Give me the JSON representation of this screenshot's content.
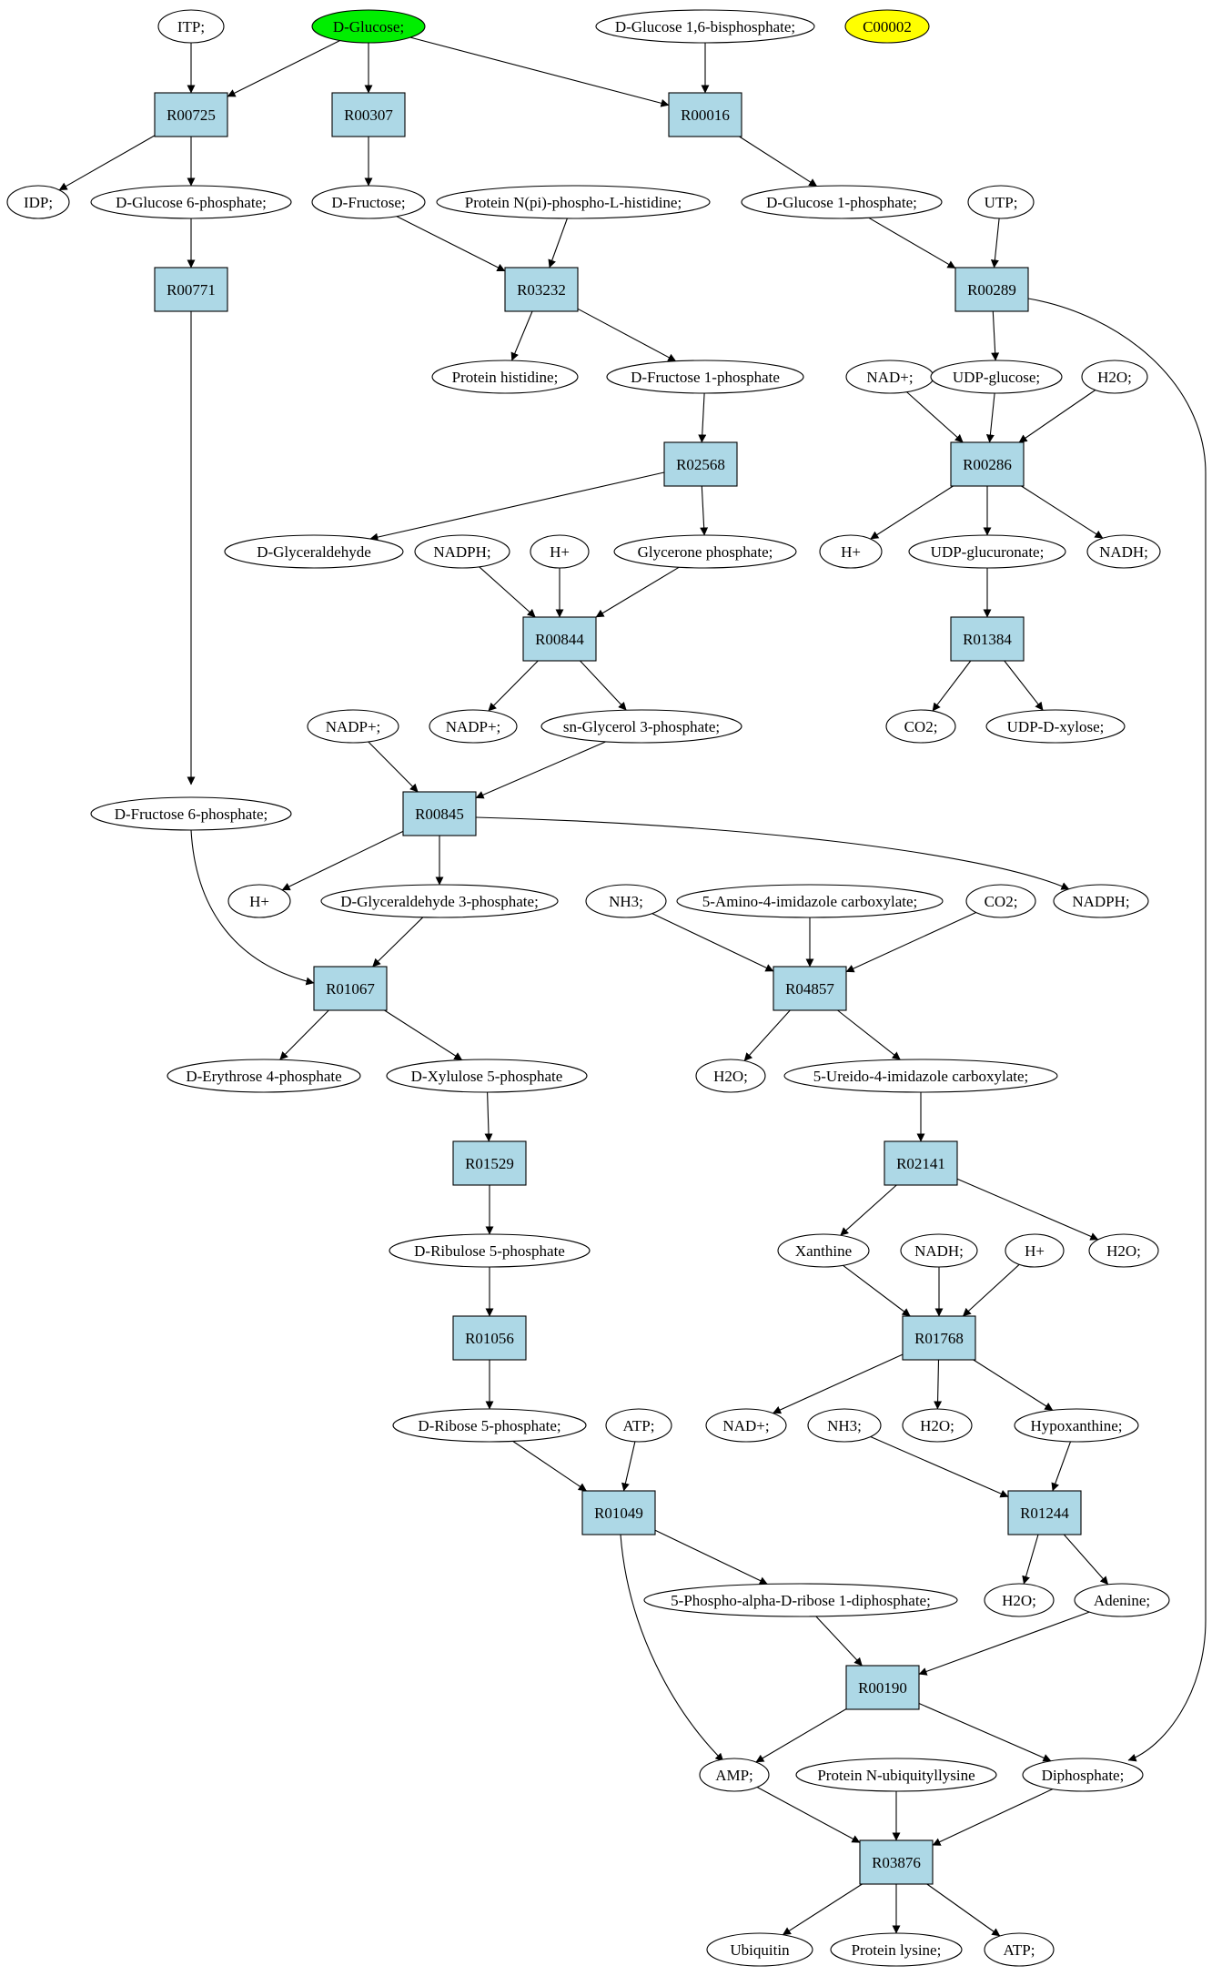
{
  "colors": {
    "compound_fill": "#ffffff",
    "reaction_fill": "#add8e6",
    "query_fill": "#00ee00",
    "marker_fill": "#ffff00",
    "edge": "#000000"
  },
  "nodes": [
    {
      "id": "itp",
      "kind": "compound",
      "label": "ITP;"
    },
    {
      "id": "dglc",
      "kind": "compound",
      "label": "D-Glucose;",
      "highlight": "query"
    },
    {
      "id": "dglc16bp",
      "kind": "compound",
      "label": "D-Glucose 1,6-bisphosphate;"
    },
    {
      "id": "c00002",
      "kind": "compound",
      "label": "C00002",
      "highlight": "marker"
    },
    {
      "id": "r00725",
      "kind": "reaction",
      "label": "R00725"
    },
    {
      "id": "r00307",
      "kind": "reaction",
      "label": "R00307"
    },
    {
      "id": "r00016",
      "kind": "reaction",
      "label": "R00016"
    },
    {
      "id": "idp",
      "kind": "compound",
      "label": "IDP;"
    },
    {
      "id": "g6p",
      "kind": "compound",
      "label": "D-Glucose 6-phosphate;"
    },
    {
      "id": "dfru",
      "kind": "compound",
      "label": "D-Fructose;"
    },
    {
      "id": "protnhis",
      "kind": "compound",
      "label": "Protein N(pi)-phospho-L-histidine;"
    },
    {
      "id": "g1p",
      "kind": "compound",
      "label": "D-Glucose 1-phosphate;"
    },
    {
      "id": "utp",
      "kind": "compound",
      "label": "UTP;"
    },
    {
      "id": "r00771",
      "kind": "reaction",
      "label": "R00771"
    },
    {
      "id": "r03232",
      "kind": "reaction",
      "label": "R03232"
    },
    {
      "id": "r00289",
      "kind": "reaction",
      "label": "R00289"
    },
    {
      "id": "prothis",
      "kind": "compound",
      "label": "Protein histidine;"
    },
    {
      "id": "f1p",
      "kind": "compound",
      "label": "D-Fructose 1-phosphate"
    },
    {
      "id": "nadp1",
      "kind": "compound",
      "label": "NAD+;"
    },
    {
      "id": "udpglc",
      "kind": "compound",
      "label": "UDP-glucose;"
    },
    {
      "id": "h2o1",
      "kind": "compound",
      "label": "H2O;"
    },
    {
      "id": "r02568",
      "kind": "reaction",
      "label": "R02568"
    },
    {
      "id": "r00286",
      "kind": "reaction",
      "label": "R00286"
    },
    {
      "id": "dglyald",
      "kind": "compound",
      "label": "D-Glyceraldehyde"
    },
    {
      "id": "nadph1",
      "kind": "compound",
      "label": "NADPH;"
    },
    {
      "id": "hplus1",
      "kind": "compound",
      "label": "H+"
    },
    {
      "id": "glyp",
      "kind": "compound",
      "label": "Glycerone phosphate;"
    },
    {
      "id": "hplus2",
      "kind": "compound",
      "label": "H+"
    },
    {
      "id": "udpglcur",
      "kind": "compound",
      "label": "UDP-glucuronate;"
    },
    {
      "id": "nadh1",
      "kind": "compound",
      "label": "NADH;"
    },
    {
      "id": "r00844",
      "kind": "reaction",
      "label": "R00844"
    },
    {
      "id": "r01384",
      "kind": "reaction",
      "label": "R01384"
    },
    {
      "id": "nadpplus1",
      "kind": "compound",
      "label": "NADP+;"
    },
    {
      "id": "nadpplus2",
      "kind": "compound",
      "label": "NADP+;"
    },
    {
      "id": "sng3p",
      "kind": "compound",
      "label": "sn-Glycerol 3-phosphate;"
    },
    {
      "id": "co2a",
      "kind": "compound",
      "label": "CO2;"
    },
    {
      "id": "udpxyl",
      "kind": "compound",
      "label": "UDP-D-xylose;"
    },
    {
      "id": "f6p",
      "kind": "compound",
      "label": "D-Fructose 6-phosphate;"
    },
    {
      "id": "r00845",
      "kind": "reaction",
      "label": "R00845"
    },
    {
      "id": "hplus3",
      "kind": "compound",
      "label": "H+"
    },
    {
      "id": "gap",
      "kind": "compound",
      "label": "D-Glyceraldehyde 3-phosphate;"
    },
    {
      "id": "nh3a",
      "kind": "compound",
      "label": "NH3;"
    },
    {
      "id": "aic",
      "kind": "compound",
      "label": "5-Amino-4-imidazole carboxylate;"
    },
    {
      "id": "co2b",
      "kind": "compound",
      "label": "CO2;"
    },
    {
      "id": "nadph2",
      "kind": "compound",
      "label": "NADPH;"
    },
    {
      "id": "r01067",
      "kind": "reaction",
      "label": "R01067"
    },
    {
      "id": "r04857",
      "kind": "reaction",
      "label": "R04857"
    },
    {
      "id": "e4p",
      "kind": "compound",
      "label": "D-Erythrose 4-phosphate"
    },
    {
      "id": "x5p",
      "kind": "compound",
      "label": "D-Xylulose 5-phosphate"
    },
    {
      "id": "h2o2",
      "kind": "compound",
      "label": "H2O;"
    },
    {
      "id": "uic",
      "kind": "compound",
      "label": "5-Ureido-4-imidazole carboxylate;"
    },
    {
      "id": "r01529",
      "kind": "reaction",
      "label": "R01529"
    },
    {
      "id": "r02141",
      "kind": "reaction",
      "label": "R02141"
    },
    {
      "id": "ru5p",
      "kind": "compound",
      "label": "D-Ribulose 5-phosphate"
    },
    {
      "id": "xan",
      "kind": "compound",
      "label": "Xanthine"
    },
    {
      "id": "nadh2",
      "kind": "compound",
      "label": "NADH;"
    },
    {
      "id": "hplus4",
      "kind": "compound",
      "label": "H+"
    },
    {
      "id": "h2o3",
      "kind": "compound",
      "label": "H2O;"
    },
    {
      "id": "r01056",
      "kind": "reaction",
      "label": "R01056"
    },
    {
      "id": "r01768",
      "kind": "reaction",
      "label": "R01768"
    },
    {
      "id": "r5p",
      "kind": "compound",
      "label": "D-Ribose 5-phosphate;"
    },
    {
      "id": "atp1",
      "kind": "compound",
      "label": "ATP;"
    },
    {
      "id": "nadplus2",
      "kind": "compound",
      "label": "NAD+;"
    },
    {
      "id": "nh3b",
      "kind": "compound",
      "label": "NH3;"
    },
    {
      "id": "h2o4",
      "kind": "compound",
      "label": "H2O;"
    },
    {
      "id": "hypox",
      "kind": "compound",
      "label": "Hypoxanthine;"
    },
    {
      "id": "r01049",
      "kind": "reaction",
      "label": "R01049"
    },
    {
      "id": "r01244",
      "kind": "reaction",
      "label": "R01244"
    },
    {
      "id": "prpp",
      "kind": "compound",
      "label": "5-Phospho-alpha-D-ribose 1-diphosphate;"
    },
    {
      "id": "h2o5",
      "kind": "compound",
      "label": "H2O;"
    },
    {
      "id": "ade",
      "kind": "compound",
      "label": "Adenine;"
    },
    {
      "id": "r00190",
      "kind": "reaction",
      "label": "R00190"
    },
    {
      "id": "amp",
      "kind": "compound",
      "label": "AMP;"
    },
    {
      "id": "protubq",
      "kind": "compound",
      "label": "Protein N-ubiquityllysine"
    },
    {
      "id": "ppi",
      "kind": "compound",
      "label": "Diphosphate;"
    },
    {
      "id": "r03876",
      "kind": "reaction",
      "label": "R03876"
    },
    {
      "id": "ubq",
      "kind": "compound",
      "label": "Ubiquitin"
    },
    {
      "id": "protlys",
      "kind": "compound",
      "label": "Protein lysine;"
    },
    {
      "id": "atp2",
      "kind": "compound",
      "label": "ATP;"
    }
  ],
  "edges": [
    [
      "itp",
      "r00725"
    ],
    [
      "dglc",
      "r00725"
    ],
    [
      "dglc",
      "r00307"
    ],
    [
      "dglc",
      "r00016"
    ],
    [
      "dglc16bp",
      "r00016"
    ],
    [
      "r00725",
      "idp"
    ],
    [
      "r00725",
      "g6p"
    ],
    [
      "r00307",
      "dfru"
    ],
    [
      "r00016",
      "g1p"
    ],
    [
      "g6p",
      "r00771"
    ],
    [
      "dfru",
      "r03232"
    ],
    [
      "protnhis",
      "r03232"
    ],
    [
      "g1p",
      "r00289"
    ],
    [
      "utp",
      "r00289"
    ],
    [
      "r03232",
      "prothis"
    ],
    [
      "r03232",
      "f1p"
    ],
    [
      "r00289",
      "udpglc"
    ],
    [
      "r00289",
      "ppi"
    ],
    [
      "f1p",
      "r02568"
    ],
    [
      "nadp1",
      "r00286"
    ],
    [
      "udpglc",
      "r00286"
    ],
    [
      "h2o1",
      "r00286"
    ],
    [
      "r02568",
      "dglyald"
    ],
    [
      "r02568",
      "glyp"
    ],
    [
      "r00286",
      "hplus2"
    ],
    [
      "r00286",
      "udpglcur"
    ],
    [
      "r00286",
      "nadh1"
    ],
    [
      "nadph1",
      "r00844"
    ],
    [
      "hplus1",
      "r00844"
    ],
    [
      "glyp",
      "r00844"
    ],
    [
      "udpglcur",
      "r01384"
    ],
    [
      "r00844",
      "nadpplus2"
    ],
    [
      "r00844",
      "sng3p"
    ],
    [
      "r01384",
      "co2a"
    ],
    [
      "r01384",
      "udpxyl"
    ],
    [
      "r00771",
      "f6p"
    ],
    [
      "nadpplus1",
      "r00845"
    ],
    [
      "sng3p",
      "r00845"
    ],
    [
      "r00845",
      "hplus3"
    ],
    [
      "r00845",
      "gap"
    ],
    [
      "r00845",
      "nadph2"
    ],
    [
      "f6p",
      "r01067"
    ],
    [
      "gap",
      "r01067"
    ],
    [
      "nh3a",
      "r04857"
    ],
    [
      "aic",
      "r04857"
    ],
    [
      "co2b",
      "r04857"
    ],
    [
      "r01067",
      "e4p"
    ],
    [
      "r01067",
      "x5p"
    ],
    [
      "r04857",
      "h2o2"
    ],
    [
      "r04857",
      "uic"
    ],
    [
      "x5p",
      "r01529"
    ],
    [
      "uic",
      "r02141"
    ],
    [
      "r01529",
      "ru5p"
    ],
    [
      "r02141",
      "xan"
    ],
    [
      "r02141",
      "h2o3"
    ],
    [
      "ru5p",
      "r01056"
    ],
    [
      "xan",
      "r01768"
    ],
    [
      "nadh2",
      "r01768"
    ],
    [
      "hplus4",
      "r01768"
    ],
    [
      "r01056",
      "r5p"
    ],
    [
      "r01768",
      "nadplus2"
    ],
    [
      "r01768",
      "h2o4"
    ],
    [
      "r01768",
      "hypox"
    ],
    [
      "r5p",
      "r01049"
    ],
    [
      "atp1",
      "r01049"
    ],
    [
      "nh3b",
      "r01244"
    ],
    [
      "hypox",
      "r01244"
    ],
    [
      "r01049",
      "prpp"
    ],
    [
      "r01049",
      "amp"
    ],
    [
      "r01244",
      "h2o5"
    ],
    [
      "r01244",
      "ade"
    ],
    [
      "prpp",
      "r00190"
    ],
    [
      "ade",
      "r00190"
    ],
    [
      "r00190",
      "amp"
    ],
    [
      "r00190",
      "ppi"
    ],
    [
      "amp",
      "r03876"
    ],
    [
      "protubq",
      "r03876"
    ],
    [
      "ppi",
      "r03876"
    ],
    [
      "r03876",
      "ubq"
    ],
    [
      "r03876",
      "protlys"
    ],
    [
      "r03876",
      "atp2"
    ]
  ]
}
